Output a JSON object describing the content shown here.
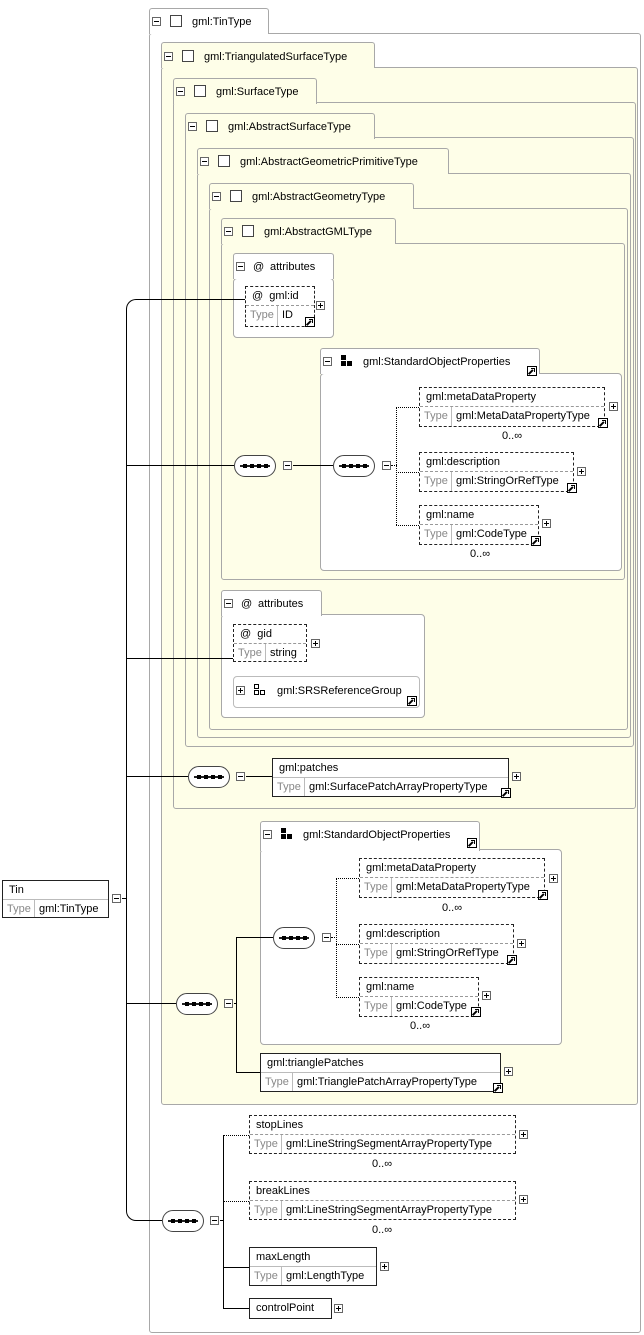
{
  "types": {
    "tin_type": "gml:TinType",
    "triangulated_surface_type": "gml:TriangulatedSurfaceType",
    "surface_type": "gml:SurfaceType",
    "abstract_surface_type": "gml:AbstractSurfaceType",
    "abstract_geometric_primitive_type": "gml:AbstractGeometricPrimitiveType",
    "abstract_geometry_type": "gml:AbstractGeometryType",
    "abstract_gml_type": "gml:AbstractGMLType"
  },
  "labels": {
    "attributes": "attributes",
    "type_key": "Type",
    "at": "@"
  },
  "root": {
    "name": "Tin",
    "type": "gml:TinType"
  },
  "gml_id_attr": {
    "name": "gml:id",
    "type": "ID"
  },
  "std_props_1": {
    "title": "gml:StandardObjectProperties",
    "meta": {
      "name": "gml:metaDataProperty",
      "type": "gml:MetaDataPropertyType",
      "card": "0..∞"
    },
    "desc": {
      "name": "gml:description",
      "type": "gml:StringOrRefType"
    },
    "name": {
      "name": "gml:name",
      "type": "gml:CodeType",
      "card": "0..∞"
    }
  },
  "gid_attr": {
    "name": "gid",
    "type": "string"
  },
  "srs_group": "gml:SRSReferenceGroup",
  "patches": {
    "name": "gml:patches",
    "type": "gml:SurfacePatchArrayPropertyType"
  },
  "std_props_2": {
    "title": "gml:StandardObjectProperties",
    "meta": {
      "name": "gml:metaDataProperty",
      "type": "gml:MetaDataPropertyType",
      "card": "0..∞"
    },
    "desc": {
      "name": "gml:description",
      "type": "gml:StringOrRefType"
    },
    "name": {
      "name": "gml:name",
      "type": "gml:CodeType",
      "card": "0..∞"
    }
  },
  "triangle_patches": {
    "name": "gml:trianglePatches",
    "type": "gml:TrianglePatchArrayPropertyType"
  },
  "stop_lines": {
    "name": "stopLines",
    "type": "gml:LineStringSegmentArrayPropertyType",
    "card": "0..∞"
  },
  "break_lines": {
    "name": "breakLines",
    "type": "gml:LineStringSegmentArrayPropertyType",
    "card": "0..∞"
  },
  "max_length": {
    "name": "maxLength",
    "type": "gml:LengthType"
  },
  "control_point": {
    "name": "controlPoint"
  }
}
